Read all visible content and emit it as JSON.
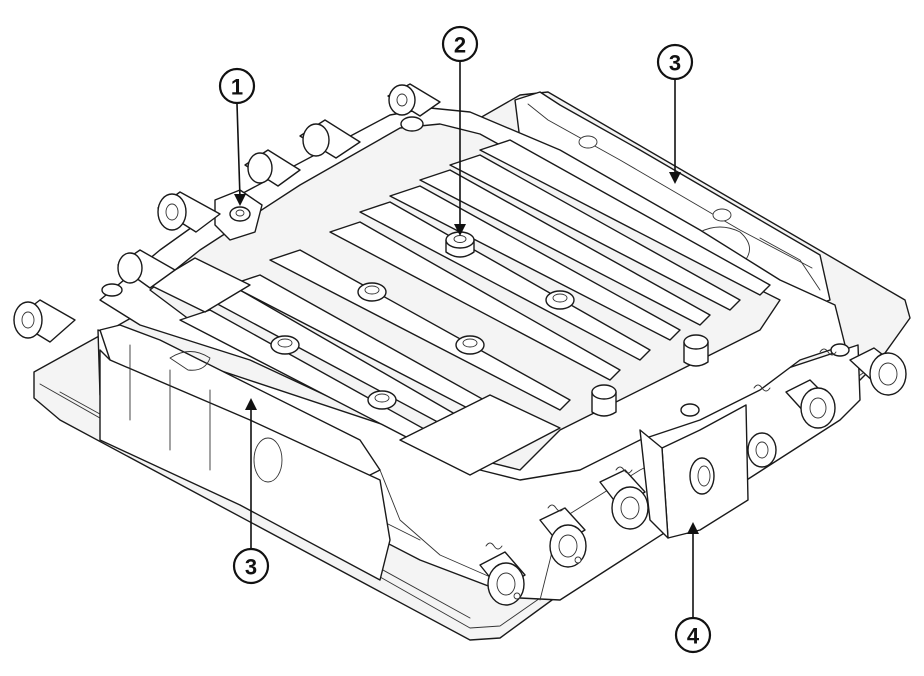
{
  "figure": {
    "callouts": [
      {
        "id": "c1",
        "label": "1"
      },
      {
        "id": "c2",
        "label": "2"
      },
      {
        "id": "c3a",
        "label": "3"
      },
      {
        "id": "c3b",
        "label": "3"
      },
      {
        "id": "c4",
        "label": "4"
      }
    ],
    "colors": {
      "line": "#1a1a1a",
      "background": "#ffffff",
      "face": "#f4f4f4"
    }
  }
}
